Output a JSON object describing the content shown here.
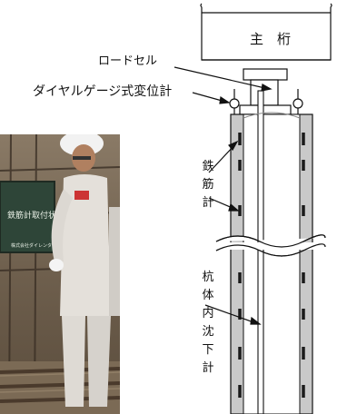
{
  "labels": {
    "main_girder": "主　桁",
    "load_cell": "ロードセル",
    "dial_gauge": "ダイヤルゲージ式変位計",
    "rebar_gauge": "鉄筋計",
    "settlement_gauge": "杭体内沈下計"
  },
  "photo": {
    "sign_text": "鉄筋計取付状況",
    "sign_sub": "株式会社ダイレンター"
  },
  "colors": {
    "pile_gray": "#c9c9c9",
    "rebar_dark": "#1a1a1a",
    "line": "#111111"
  }
}
